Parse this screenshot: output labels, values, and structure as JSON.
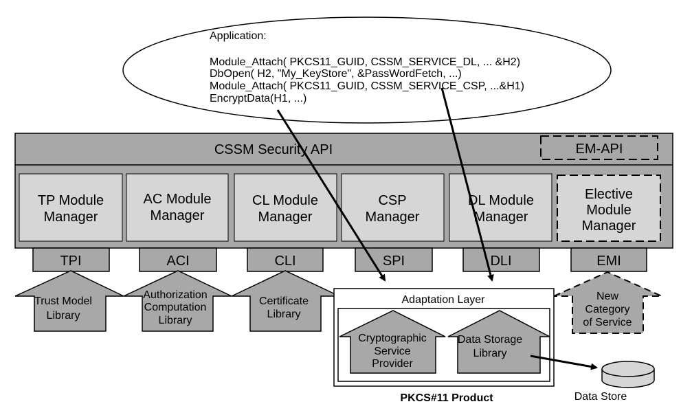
{
  "application": {
    "title": "Application:",
    "lines": [
      "Module_Attach( PKCS11_GUID, CSSM_SERVICE_DL, ... &H2)",
      "DbOpen( H2, \"My_KeyStore\", &PassWordFetch, ...)",
      "Module_Attach( PKCS11_GUID, CSSM_SERVICE_CSP, ...&H1)",
      "EncryptData(H1, ...)"
    ]
  },
  "cssm": {
    "title": "CSSM Security API",
    "em_api": "EM-API"
  },
  "managers": [
    {
      "line1": "TP Module",
      "line2": "Manager"
    },
    {
      "line1": "AC Module",
      "line2": "Manager"
    },
    {
      "line1": "CL Module",
      "line2": "Manager"
    },
    {
      "line1": "CSP",
      "line2": "Manager"
    },
    {
      "line1": "DL Module",
      "line2": "Manager"
    },
    {
      "line1": "Elective",
      "line2": "Module",
      "line3": "Manager"
    }
  ],
  "interfaces": [
    "TPI",
    "ACI",
    "CLI",
    "SPI",
    "DLI",
    "EMI"
  ],
  "libraries": [
    {
      "line1": "Trust Model",
      "line2": "Library"
    },
    {
      "line1": "Authorization",
      "line2": "Computation",
      "line3": "Library"
    },
    {
      "line1": "Certificate",
      "line2": "Library"
    },
    {
      "line1": "New",
      "line2": "Category",
      "line3": "of Service"
    }
  ],
  "adaptation": {
    "title": "Adaptation Layer",
    "csp": {
      "line1": "Cryptographic",
      "line2": "Service",
      "line3": "Provider"
    },
    "dsl": {
      "line1": "Data Storage",
      "line2": "Library"
    }
  },
  "product_label": "PKCS#11 Product",
  "data_store_label": "Data Store",
  "colors": {
    "gray_dark": "#a8a8a8",
    "gray_light": "#d6d6d6",
    "stroke": "#000000"
  }
}
